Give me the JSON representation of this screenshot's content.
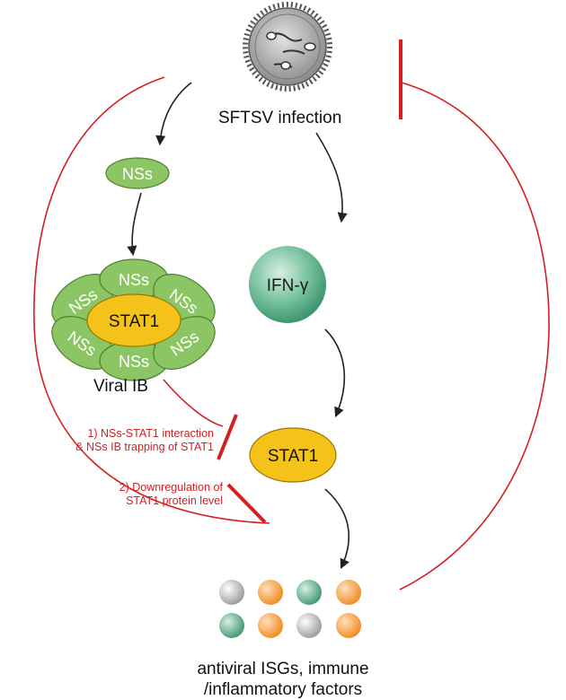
{
  "virus_label": "SFTSV infection",
  "nss_label": "NSs",
  "ifn_label": "IFN-γ",
  "stat1_label": "STAT1",
  "viral_ib": {
    "center_label": "STAT1",
    "caption": "Viral IB",
    "nss_labels": [
      "NSs",
      "NSs",
      "NSs",
      "NSs",
      "NSs",
      "NSs"
    ]
  },
  "inhibition_1": {
    "line1": "1) NSs-STAT1 interaction",
    "line2": "& NSs IB trapping of STAT1"
  },
  "inhibition_2": {
    "line1": "2) Downregulation of",
    "line2": "STAT1 protein level"
  },
  "output_label": {
    "line1": "antiviral ISGs, immune",
    "line2": "/inflammatory factors"
  },
  "colors": {
    "inhibition_red": "#d42020",
    "nss_green": "#8cc664",
    "stat1_yellow": "#f5c21a",
    "ifn_teal": "#5aaf8c",
    "arrow": "#222222"
  }
}
